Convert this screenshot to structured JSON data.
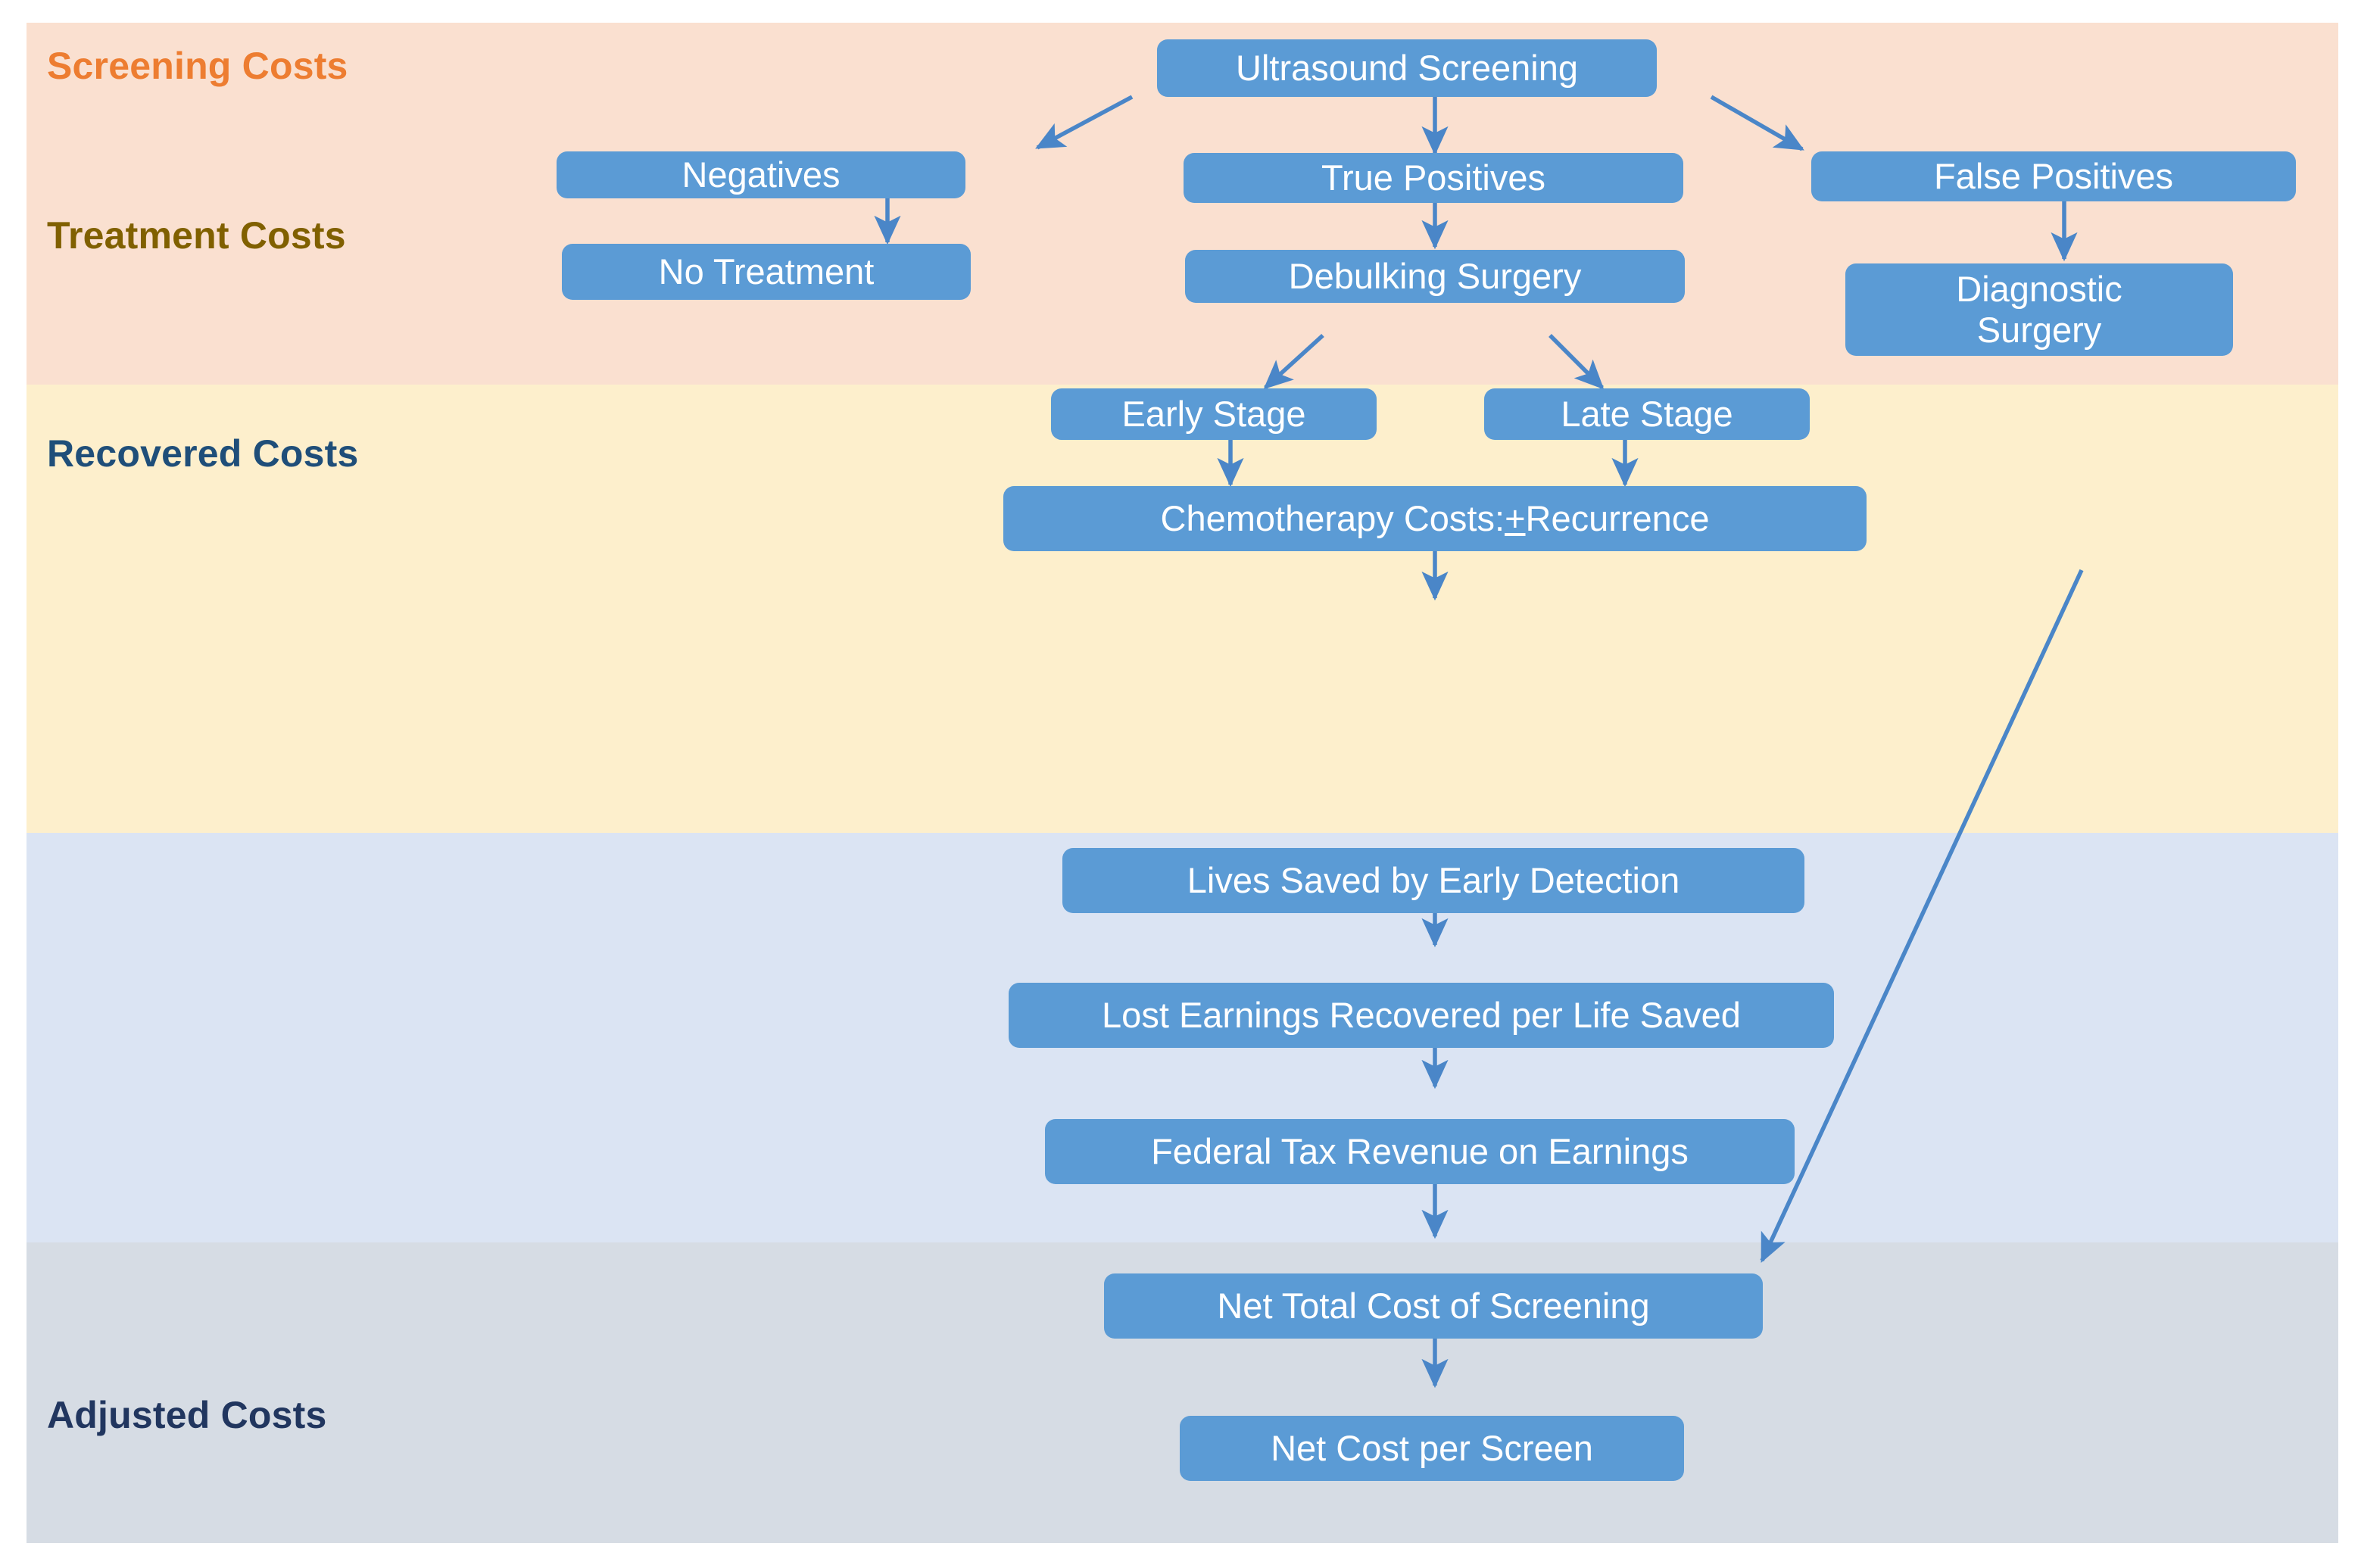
{
  "diagram": {
    "title": "Ovarian Cancer Ultrasound Screening Cost Flowchart",
    "type": "flowchart",
    "node_fill": "#5b9bd5",
    "node_text_color": "#ffffff",
    "edge_color": "#4a86c8",
    "bands": [
      {
        "id": "screening",
        "label": "Screening Costs",
        "bg": "#fae0d0",
        "label_color": "#ed7d31"
      },
      {
        "id": "treatment",
        "label": "Treatment Costs",
        "bg": "#fdefcc",
        "label_color": "#806000"
      },
      {
        "id": "recovered",
        "label": "Recovered Costs",
        "bg": "#dbe4f3",
        "label_color": "#1f4e79"
      },
      {
        "id": "adjusted",
        "label": "Adjusted Costs",
        "bg": "#d6dce4",
        "label_color": "#21365f"
      }
    ],
    "nodes": [
      {
        "id": "ultrasound_screening",
        "label": "Ultrasound Screening",
        "band": "screening"
      },
      {
        "id": "negatives",
        "label": "Negatives",
        "band": "screening"
      },
      {
        "id": "true_positives",
        "label": "True Positives",
        "band": "screening"
      },
      {
        "id": "false_positives",
        "label": "False Positives",
        "band": "screening"
      },
      {
        "id": "no_treatment",
        "label": "No Treatment",
        "band": "treatment"
      },
      {
        "id": "debulking_surgery",
        "label": "Debulking Surgery",
        "band": "treatment"
      },
      {
        "id": "diagnostic_surgery",
        "label_line1": "Diagnostic",
        "label_line2": "Surgery",
        "band": "treatment"
      },
      {
        "id": "early_stage",
        "label": "Early Stage",
        "band": "treatment"
      },
      {
        "id": "late_stage",
        "label": "Late Stage",
        "band": "treatment"
      },
      {
        "id": "chemotherapy",
        "label_before": "Chemotherapy Costs: ",
        "label_symbol": "+",
        "label_after": " Recurrence",
        "band": "treatment"
      },
      {
        "id": "lives_saved",
        "label": "Lives Saved by Early Detection",
        "band": "recovered"
      },
      {
        "id": "lost_earnings",
        "label": "Lost Earnings Recovered per Life Saved",
        "band": "recovered"
      },
      {
        "id": "federal_tax",
        "label": "Federal Tax Revenue on Earnings",
        "band": "recovered"
      },
      {
        "id": "net_total_cost",
        "label": "Net Total Cost of Screening",
        "band": "adjusted"
      },
      {
        "id": "net_cost_per_screen",
        "label": "Net Cost per Screen",
        "band": "adjusted"
      }
    ],
    "edges": [
      {
        "from": "ultrasound_screening",
        "to": "negatives"
      },
      {
        "from": "ultrasound_screening",
        "to": "true_positives"
      },
      {
        "from": "ultrasound_screening",
        "to": "false_positives"
      },
      {
        "from": "negatives",
        "to": "no_treatment"
      },
      {
        "from": "true_positives",
        "to": "debulking_surgery"
      },
      {
        "from": "false_positives",
        "to": "diagnostic_surgery"
      },
      {
        "from": "debulking_surgery",
        "to": "early_stage"
      },
      {
        "from": "debulking_surgery",
        "to": "late_stage"
      },
      {
        "from": "early_stage",
        "to": "chemotherapy"
      },
      {
        "from": "late_stage",
        "to": "chemotherapy"
      },
      {
        "from": "chemotherapy",
        "to": "lives_saved"
      },
      {
        "from": "lives_saved",
        "to": "lost_earnings"
      },
      {
        "from": "lost_earnings",
        "to": "federal_tax"
      },
      {
        "from": "federal_tax",
        "to": "net_total_cost"
      },
      {
        "from": "diagnostic_surgery",
        "to": "net_total_cost"
      },
      {
        "from": "net_total_cost",
        "to": "net_cost_per_screen"
      }
    ]
  }
}
